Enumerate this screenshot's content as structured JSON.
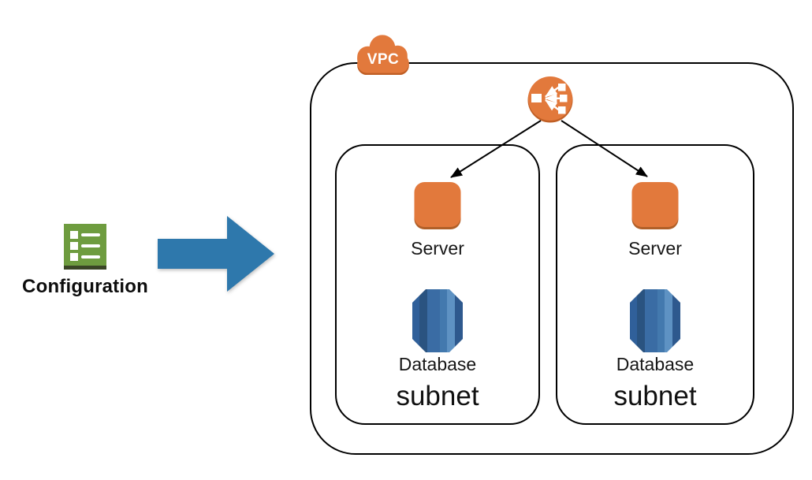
{
  "source": {
    "label": "Configuration",
    "icon": "checklist-icon"
  },
  "flow": {
    "icon": "flow-arrow-icon",
    "direction": "right"
  },
  "vpc": {
    "label": "VPC",
    "icons": {
      "badge": "vpc-cloud-icon",
      "load_balancer": "load-balancer-icon"
    },
    "subnets": [
      {
        "label": "subnet",
        "nodes": [
          {
            "label": "Server",
            "icon": "server-icon"
          },
          {
            "label": "Database",
            "icon": "database-icon"
          }
        ]
      },
      {
        "label": "subnet",
        "nodes": [
          {
            "label": "Server",
            "icon": "server-icon"
          },
          {
            "label": "Database",
            "icon": "database-icon"
          }
        ]
      }
    ]
  },
  "colors": {
    "aws_orange": "#E2793C",
    "aws_orange_shadow": "#C05F25",
    "config_green": "#6E9C3F",
    "config_green_shadow": "#3A4526",
    "flow_arrow_blue": "#2E78AC",
    "database_blue_dark": "#2A5380",
    "database_blue_mid": "#3A6CA4",
    "database_blue_light": "#5E92C3",
    "outline_black": "#000000"
  }
}
